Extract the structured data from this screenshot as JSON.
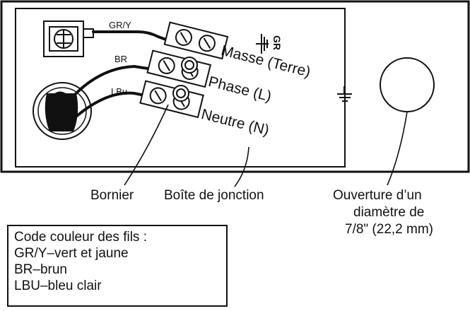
{
  "wire_labels": {
    "ground": "GR/Y",
    "brown": "BR",
    "light_blue": "LBu"
  },
  "terminal_labels": {
    "ground": "Masse (Terre)",
    "phase": "Phase (L)",
    "neutral": "Neutre (N)"
  },
  "ground_mark_text": "GR",
  "captions": {
    "terminal_block": "Bornier",
    "junction_box": "Boîte de jonction",
    "opening_line1": "Ouverture d’un",
    "opening_line2": "diamètre de",
    "opening_line3": "7/8\" (22,2 mm)"
  },
  "legend": {
    "title": "Code couleur des fils :",
    "items": [
      "GR/Y–vert et jaune",
      "BR–brun",
      "LBU–bleu clair"
    ]
  }
}
